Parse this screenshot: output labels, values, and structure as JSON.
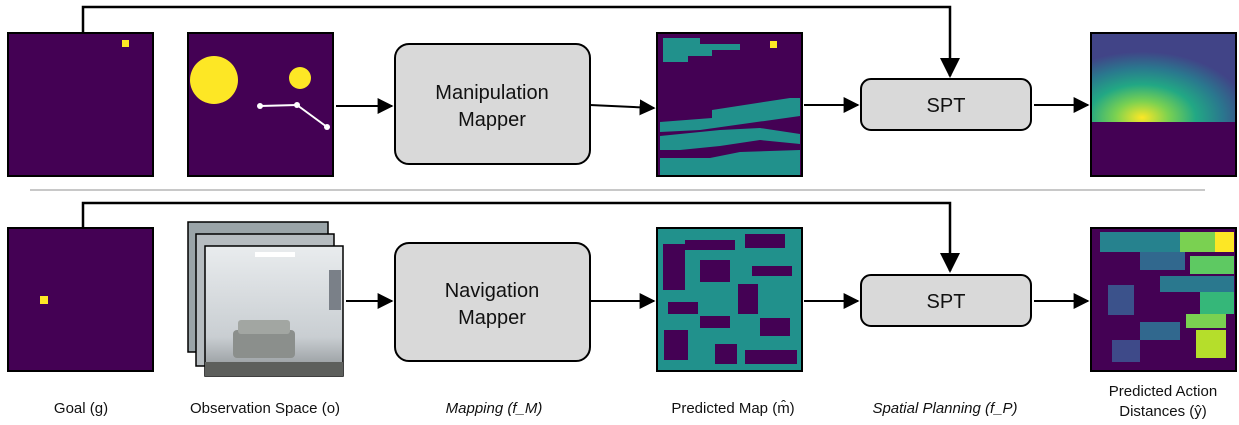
{
  "colors": {
    "map_empty": "#440154",
    "map_free": "#21918c",
    "goal": "#fde725",
    "block_fill": "#d9d9d9",
    "divider": "#c8c8c8"
  },
  "blocks": {
    "manipulation_mapper": [
      "Manipulation",
      "Mapper"
    ],
    "navigation_mapper": [
      "Navigation",
      "Mapper"
    ],
    "spt_top": "SPT",
    "spt_bottom": "SPT"
  },
  "labels": {
    "goal": "Goal (g)",
    "observation": "Observation Space (o)",
    "mapping": "Mapping (f_M)",
    "predicted_map": "Predicted Map (m̂)",
    "spatial_planning": "Spatial Planning (f_P)",
    "predicted_action": "Predicted Action",
    "distances": "Distances (ŷ)"
  },
  "icons": [
    "arrow-icon",
    "photo-stack-icon",
    "heatmap-icon"
  ]
}
